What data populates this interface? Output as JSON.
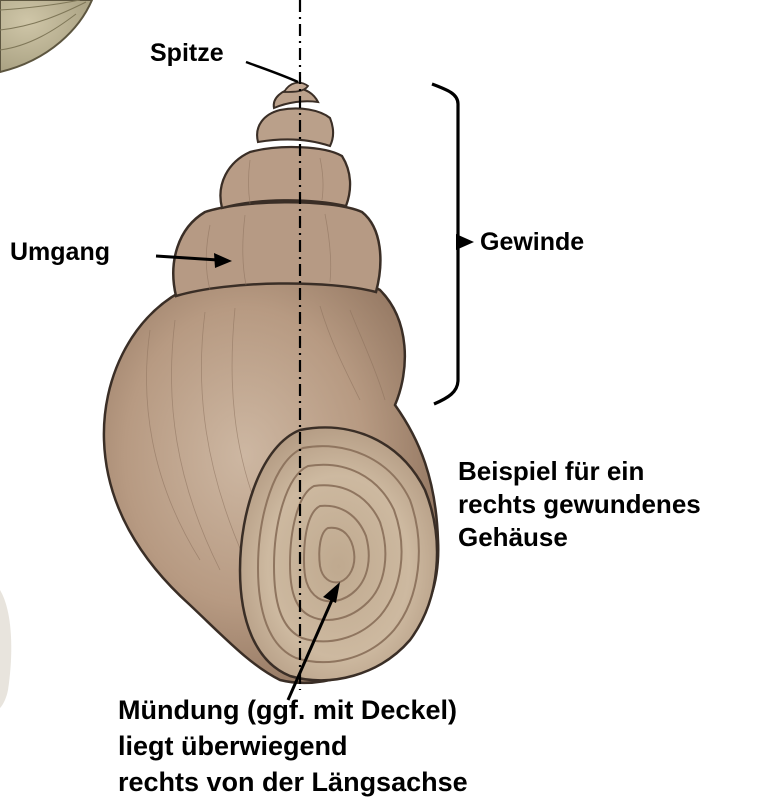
{
  "labels": {
    "apex": "Spitze",
    "whorl": "Umgang",
    "spire": "Gewinde",
    "example_lines": [
      "Beispiel für ein",
      "rechts gewundenes",
      "Gehäuse"
    ],
    "aperture_lines": [
      "Mündung (ggf. mit Deckel)",
      "liegt überwiegend",
      "rechts von der Längsachse"
    ]
  },
  "colors": {
    "shell_fill": "#b79a82",
    "shell_shadow": "#9c7f69",
    "shell_light": "#cdb7a2",
    "aperture_fill": "#c9b59c",
    "aperture_ring": "#a88f76",
    "outline": "#3a2e26",
    "text": "#000000"
  }
}
